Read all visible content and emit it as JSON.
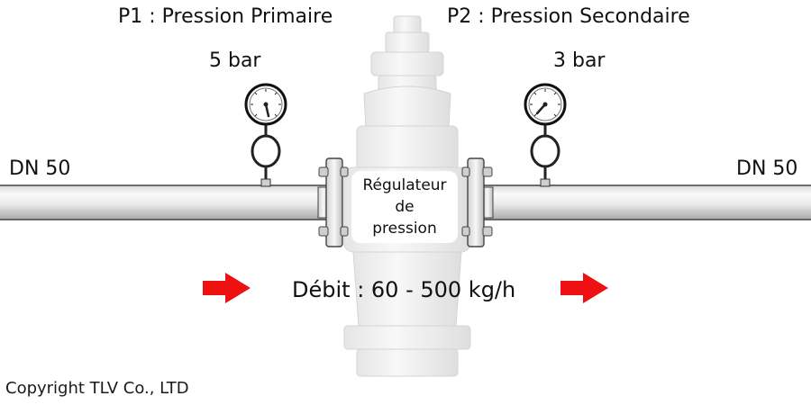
{
  "header": {
    "p1_title": "P1 : Pression Primaire",
    "p2_title": "P2 : Pression Secondaire"
  },
  "gauges": {
    "primary_value": "5 bar",
    "secondary_value": "3 bar"
  },
  "pipes": {
    "inlet_size": "DN 50",
    "outlet_size": "DN 50"
  },
  "regulator": {
    "line1": "Régulateur",
    "line2": "de",
    "line3": "pression"
  },
  "flow": {
    "label": "Débit : 60 - 500 kg/h"
  },
  "footer": {
    "copyright": "Copyright TLV Co., LTD"
  },
  "colors": {
    "arrow": "#ee1111",
    "pipe_light": "#f4f4f4",
    "pipe_dark": "#9a9a9a",
    "regulator_body": "#e6e6e6"
  },
  "icons": [
    "pressure-gauge-icon",
    "flow-arrow-icon",
    "pressure-regulator-valve-icon"
  ]
}
